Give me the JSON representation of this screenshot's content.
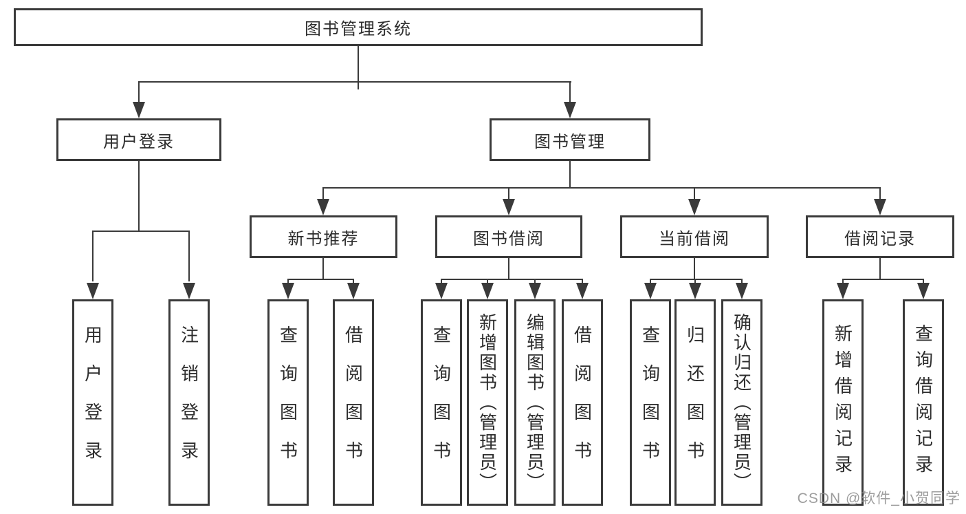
{
  "diagram": {
    "watermark": "CSDN @软件_小贺同学",
    "colors": {
      "line": "#3a3a3a",
      "text": "#2d2d2d",
      "background": "#ffffff",
      "watermark": "#8c8c8c"
    },
    "tree": {
      "root": {
        "label": "图书管理系统"
      },
      "children": [
        {
          "label": "用户登录",
          "children": [
            {
              "label": "用户登录"
            },
            {
              "label": "注销登录"
            }
          ]
        },
        {
          "label": "图书管理",
          "children": [
            {
              "label": "新书推荐",
              "children": [
                {
                  "label": "查询图书"
                },
                {
                  "label": "借阅图书"
                }
              ]
            },
            {
              "label": "图书借阅",
              "children": [
                {
                  "label": "查询图书"
                },
                {
                  "label": "新增图书（管理员）"
                },
                {
                  "label": "编辑图书（管理员）"
                },
                {
                  "label": "借阅图书"
                }
              ]
            },
            {
              "label": "当前借阅",
              "children": [
                {
                  "label": "查询图书"
                },
                {
                  "label": "归还图书"
                },
                {
                  "label": "确认归还（管理员）"
                }
              ]
            },
            {
              "label": "借阅记录",
              "children": [
                {
                  "label": "新增借阅记录"
                },
                {
                  "label": "查询借阅记录"
                }
              ]
            }
          ]
        }
      ]
    }
  }
}
